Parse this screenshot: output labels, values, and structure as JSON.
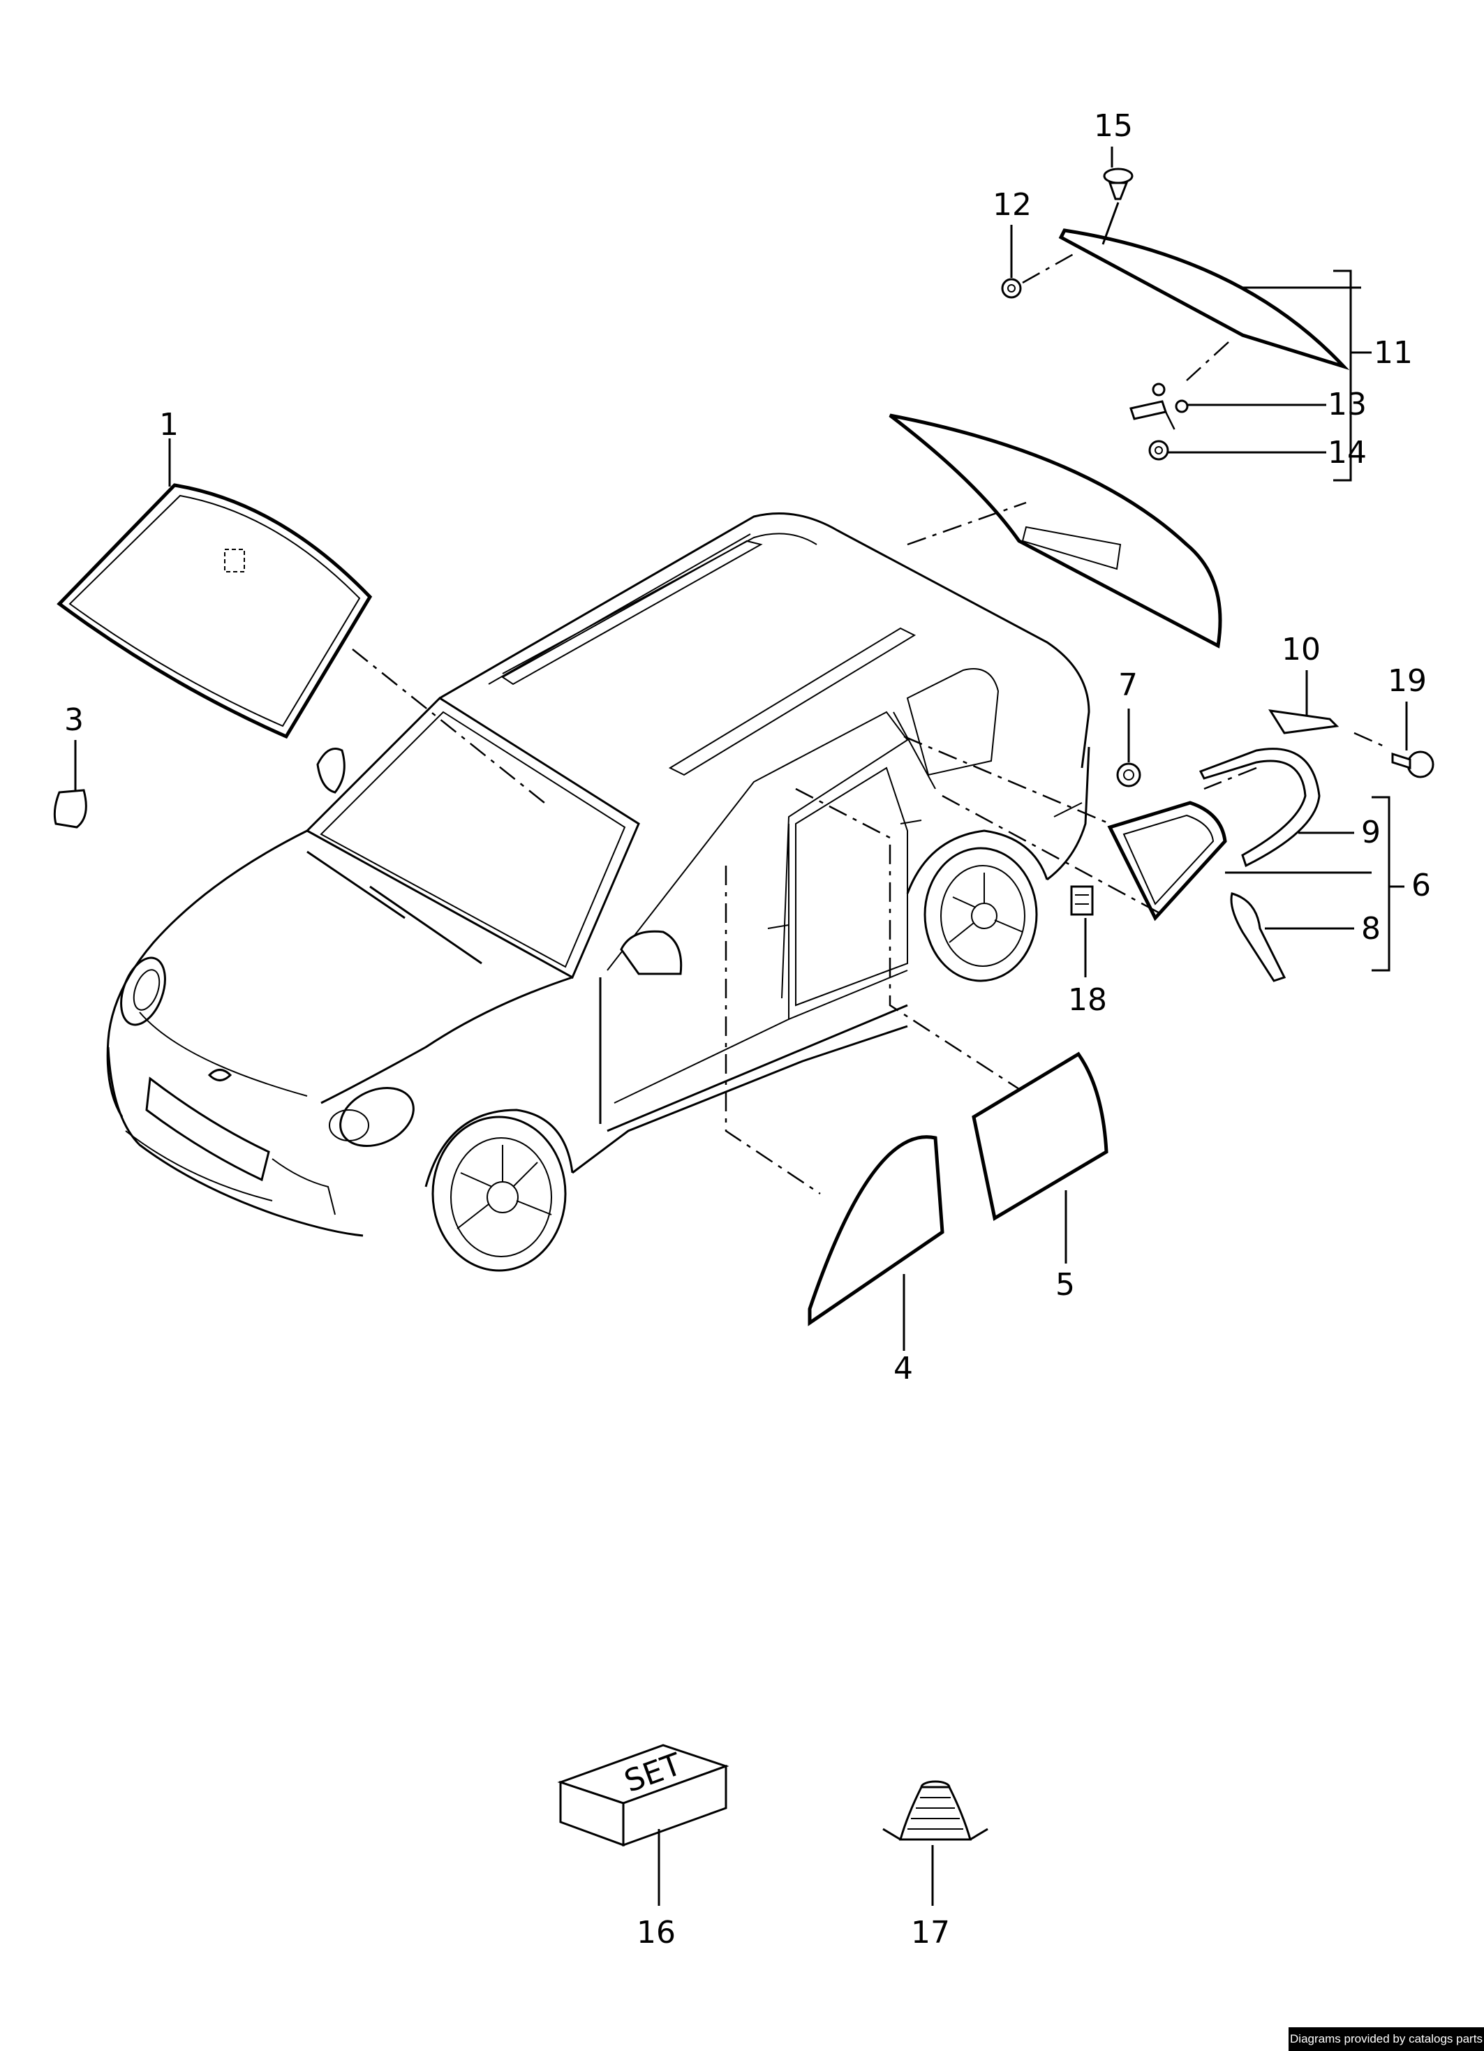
{
  "callouts": {
    "c1": "1",
    "c3": "3",
    "c4": "4",
    "c5": "5",
    "c6": "6",
    "c7": "7",
    "c8": "8",
    "c9": "9",
    "c10": "10",
    "c11": "11",
    "c12": "12",
    "c13": "13",
    "c14": "14",
    "c15": "15",
    "c16": "16",
    "c17": "17",
    "c18": "18",
    "c19": "19"
  },
  "set_box_text": "SET",
  "credit": "Diagrams provided by catalogs parts"
}
